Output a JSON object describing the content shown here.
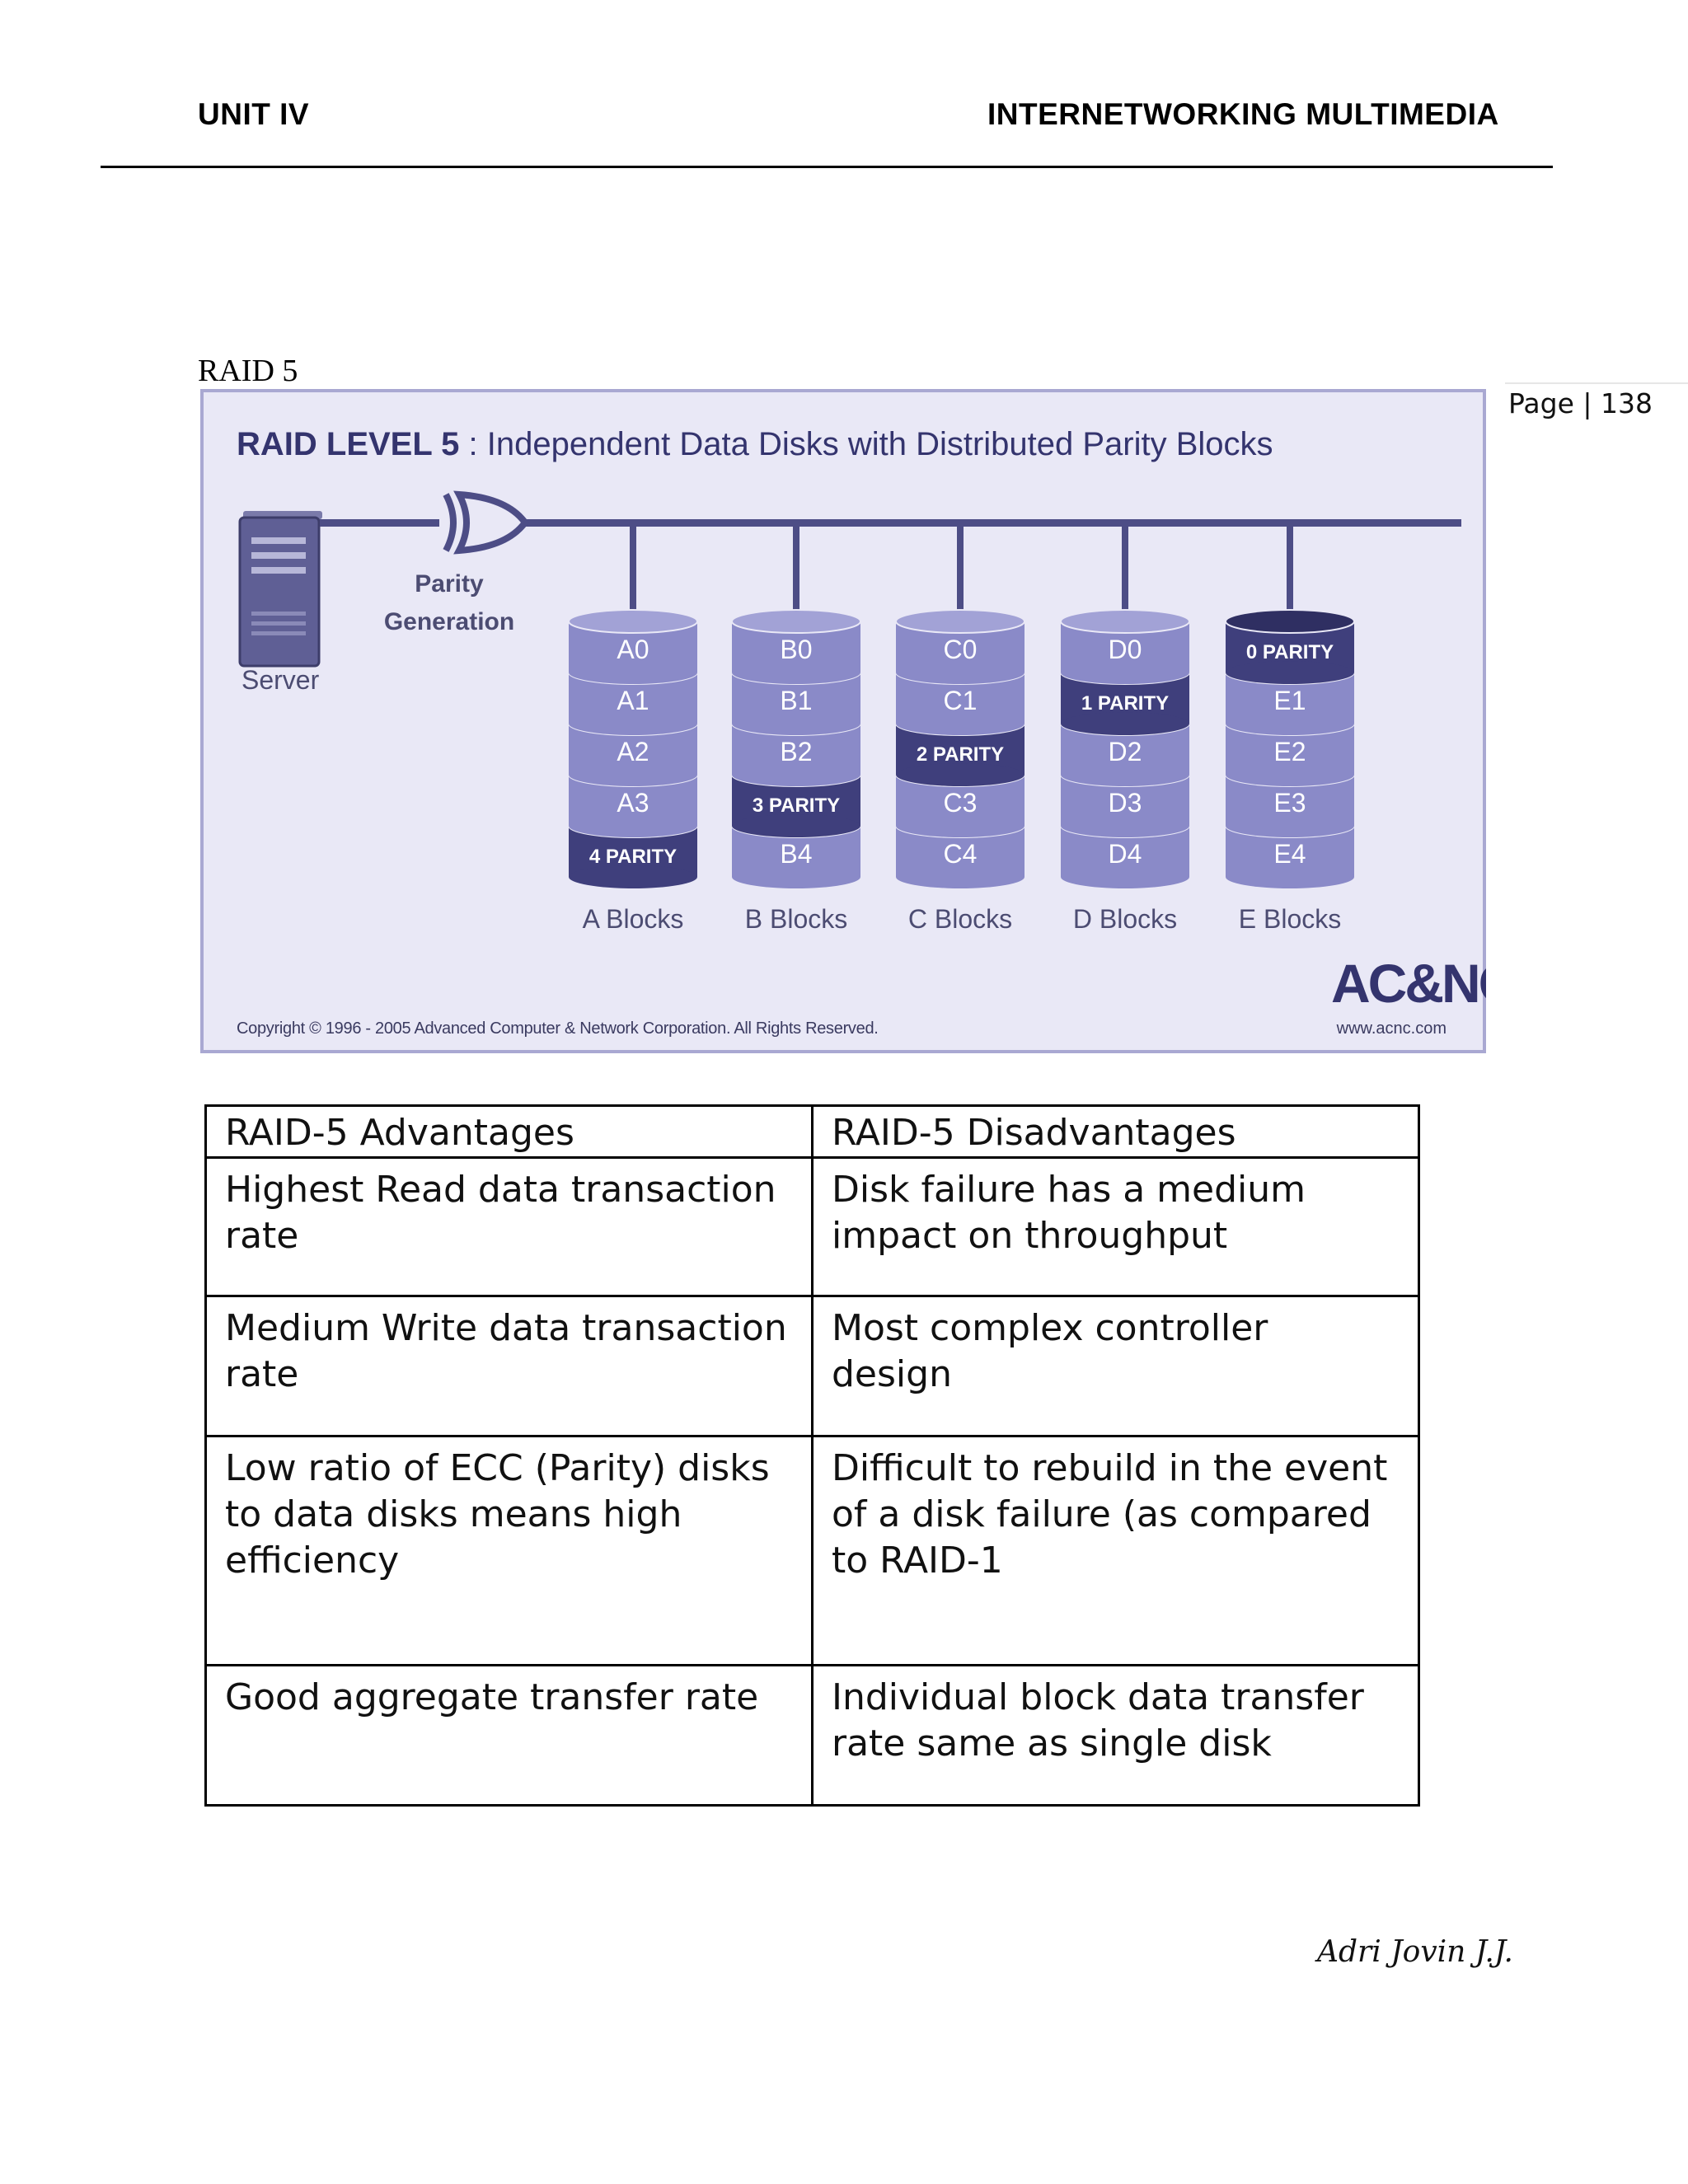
{
  "header": {
    "left": "UNIT IV",
    "right": "INTERNETWORKING MULTIMEDIA"
  },
  "page_number": "Page | 138",
  "section_label": "RAID 5",
  "figure": {
    "title_bold": "RAID LEVEL 5",
    "title_rest": " : Independent Data Disks with Distributed Parity Blocks",
    "server_label": "Server",
    "parity_label_line1": "Parity",
    "parity_label_line2": "Generation",
    "disks": [
      {
        "label": "A Blocks",
        "blocks": [
          "A0",
          "A1",
          "A2",
          "A3",
          "4 PARITY"
        ]
      },
      {
        "label": "B Blocks",
        "blocks": [
          "B0",
          "B1",
          "B2",
          "3 PARITY",
          "B4"
        ]
      },
      {
        "label": "C Blocks",
        "blocks": [
          "C0",
          "C1",
          "2 PARITY",
          "C3",
          "C4"
        ]
      },
      {
        "label": "D Blocks",
        "blocks": [
          "D0",
          "1 PARITY",
          "D2",
          "D3",
          "D4"
        ]
      },
      {
        "label": "E Blocks",
        "blocks": [
          "0 PARITY",
          "E1",
          "E2",
          "E3",
          "E4"
        ]
      }
    ],
    "copyright": "Copyright © 1996 - 2005 Advanced Computer & Network Corporation. All Rights Reserved.",
    "logo_text": "AC&NC",
    "url": "www.acnc.com",
    "colors": {
      "background": "#e9e8f6",
      "frame": "#a9a8d2",
      "disk": "#8a8ac8",
      "parity_disk": "#3f3f7c",
      "title": "#34346e"
    }
  },
  "table": {
    "headers": [
      "RAID-5 Advantages",
      "RAID-5 Disadvantages"
    ],
    "rows": [
      [
        "Highest Read data transaction rate",
        "Disk failure has a medium impact on throughput"
      ],
      [
        "Medium Write data transaction rate",
        "Most complex controller design"
      ],
      [
        "Low ratio of ECC (Parity) disks to data disks means high efficiency",
        "Difficult to rebuild in the event of a disk failure (as compared to RAID-1"
      ],
      [
        "Good aggregate transfer rate",
        "Individual block data transfer rate same as single disk"
      ]
    ]
  },
  "signature": "Adri Jovin J.J."
}
